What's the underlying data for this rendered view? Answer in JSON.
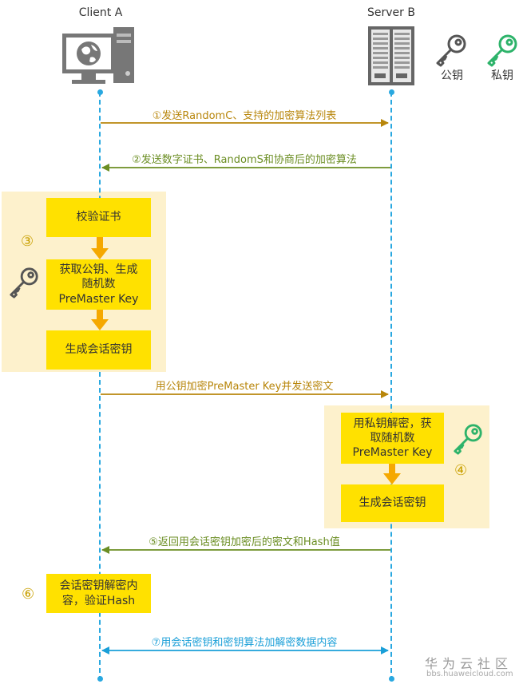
{
  "actors": {
    "client": "Client A",
    "server": "Server B"
  },
  "legend": {
    "public_key": "公钥",
    "private_key": "私钥"
  },
  "messages": {
    "m1": "①发送RandomC、支持的加密算法列表",
    "m2": "②发送数字证书、RandomS和协商后的加密算法",
    "m3": "用公钥加密PreMaster Key并发送密文",
    "m5": "⑤返回用会话密钥加密后的密文和Hash值",
    "m7": "⑦用会话密钥和密钥算法加解密数据内容"
  },
  "client_steps": {
    "num": "③",
    "verify": "校验证书",
    "get_key_line1": "获取公钥、生成",
    "get_key_line2": "随机数",
    "get_key_line3": "PreMaster Key",
    "session_key": "生成会话密钥"
  },
  "server_steps": {
    "num": "④",
    "decrypt_line1": "用私钥解密，获",
    "decrypt_line2": "取随机数",
    "decrypt_line3": "PreMaster Key",
    "session_key": "生成会话密钥"
  },
  "step6": {
    "num": "⑥",
    "line1": "会话密钥解密内",
    "line2": "容，验证Hash"
  },
  "watermark": {
    "main": "华为云社区",
    "sub": "bbs.huaweicloud.com"
  },
  "colors": {
    "lifeline": "#29a8e0",
    "gold": "#b8860b",
    "green": "#6b8e23",
    "yellow_box": "#ffe100",
    "panel": "#fdf1cc",
    "arrow_orange": "#f5a800",
    "public_key": "#555555",
    "private_key": "#2db36a"
  }
}
